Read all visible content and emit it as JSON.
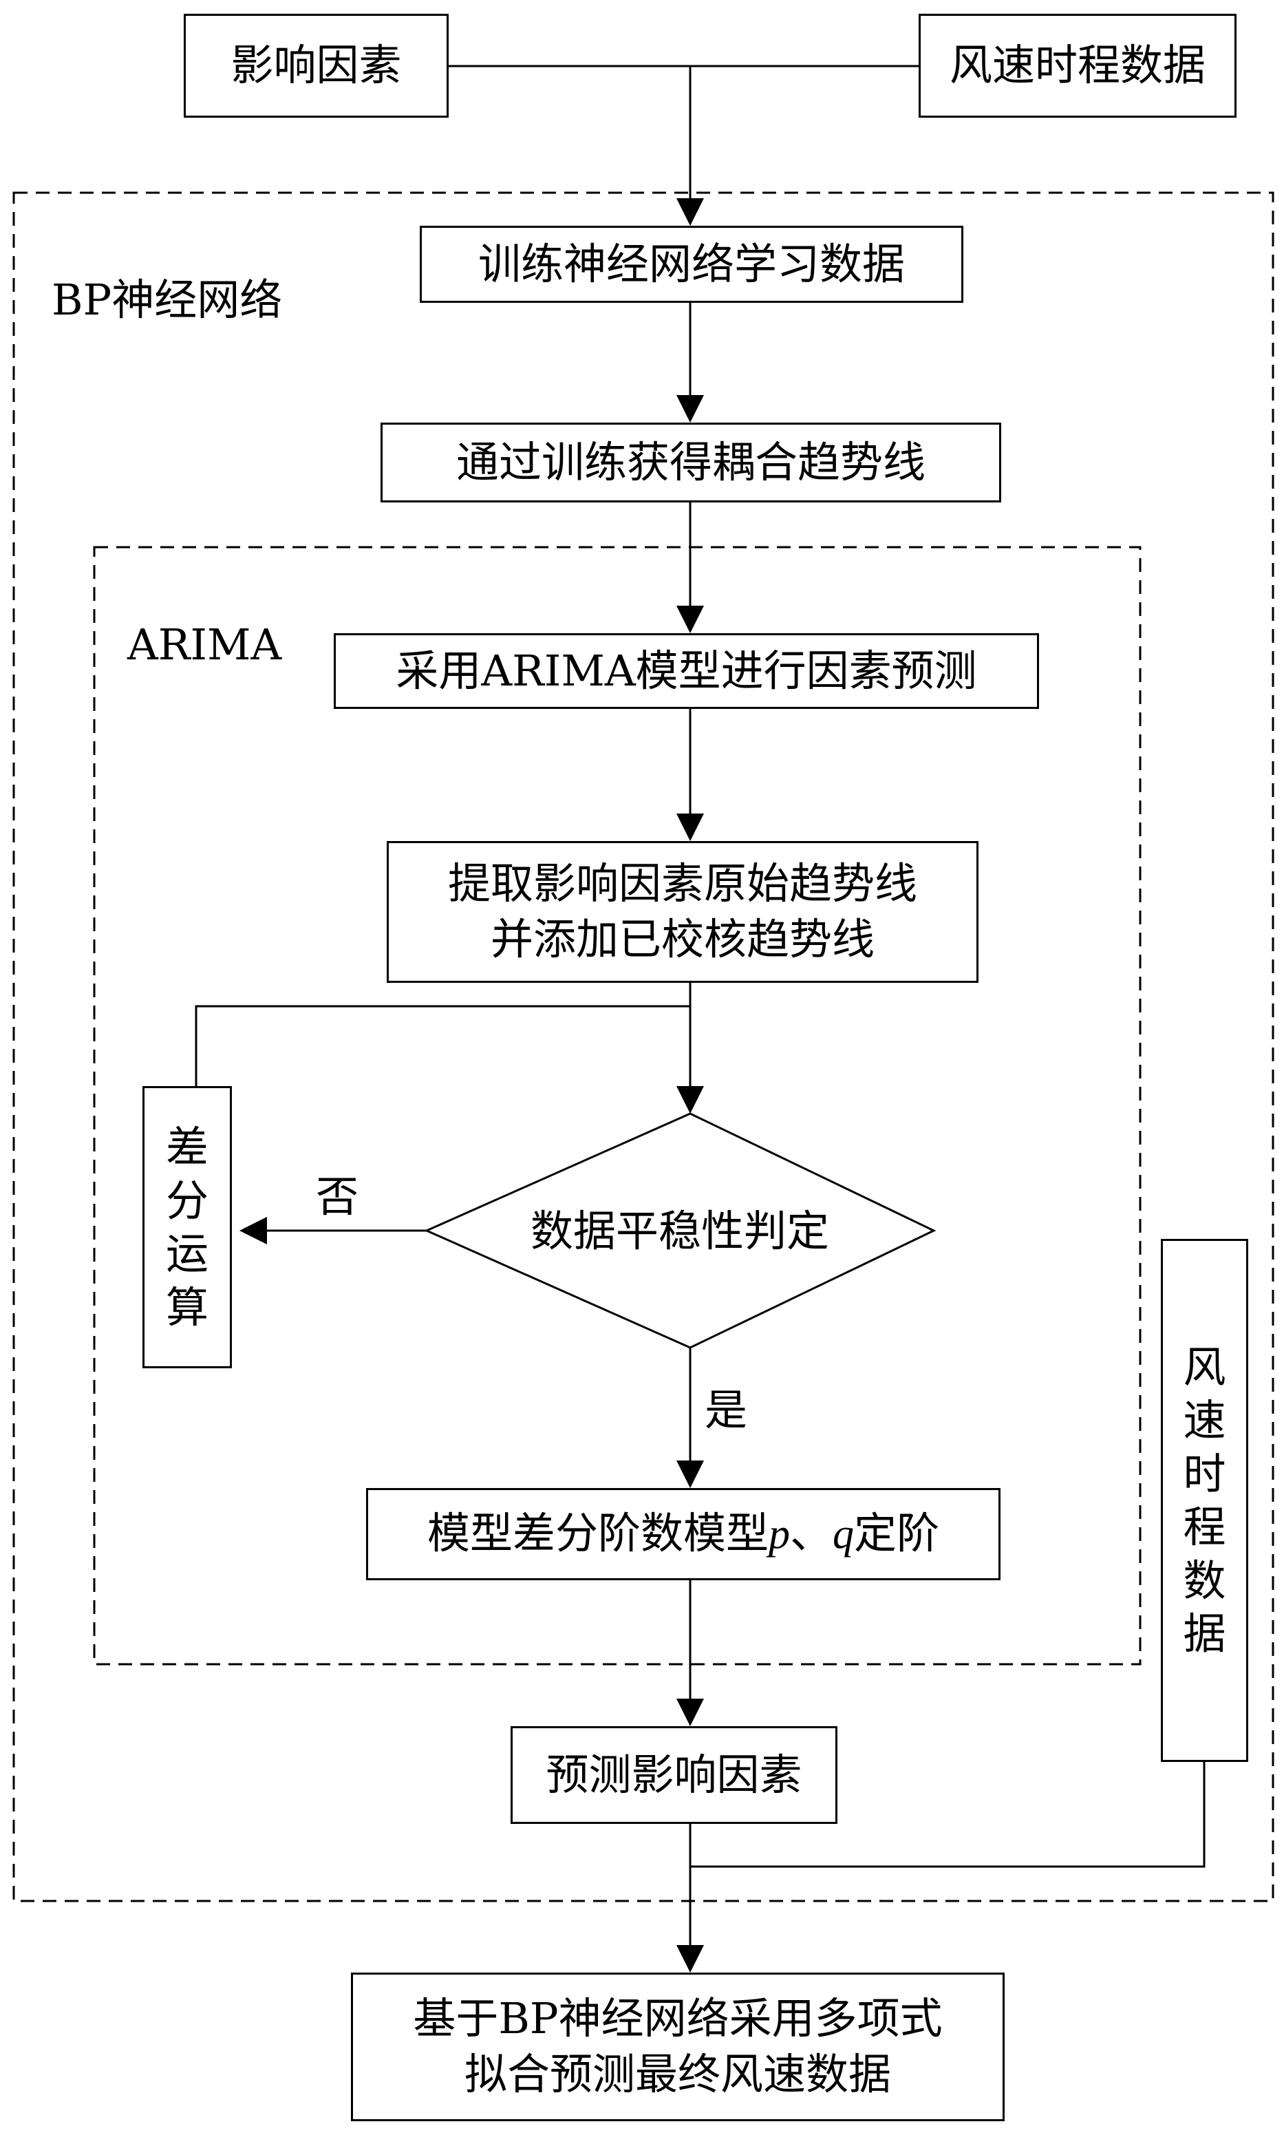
{
  "diagram": {
    "nodes": {
      "influence_factors": "影响因素",
      "wind_data_top": "风速时程数据",
      "train_data": "训练神经网络学习数据",
      "coupling_trend": "通过训练获得耦合趋势线",
      "arima_predict": "采用ARIMA模型进行因素预测",
      "extract_trend_line1": "提取影响因素原始趋势线",
      "extract_trend_line2": "并添加已校核趋势线",
      "stationarity": "数据平稳性判定",
      "difference": [
        "差",
        "分",
        "运",
        "算"
      ],
      "order_prefix": "模型差分阶数模型",
      "order_p": "p",
      "order_sep": "、",
      "order_q": "q",
      "order_suffix": "定阶",
      "predict_factors": "预测影响因素",
      "wind_data_side": [
        "风",
        "速",
        "时",
        "程",
        "数",
        "据"
      ],
      "final_line1": "基于BP神经网络采用多项式",
      "final_line2": "拟合预测最终风速数据"
    },
    "groups": {
      "bp": "BP神经网络",
      "arima": "ARIMA"
    },
    "edges": {
      "no": "否",
      "yes": "是"
    }
  }
}
